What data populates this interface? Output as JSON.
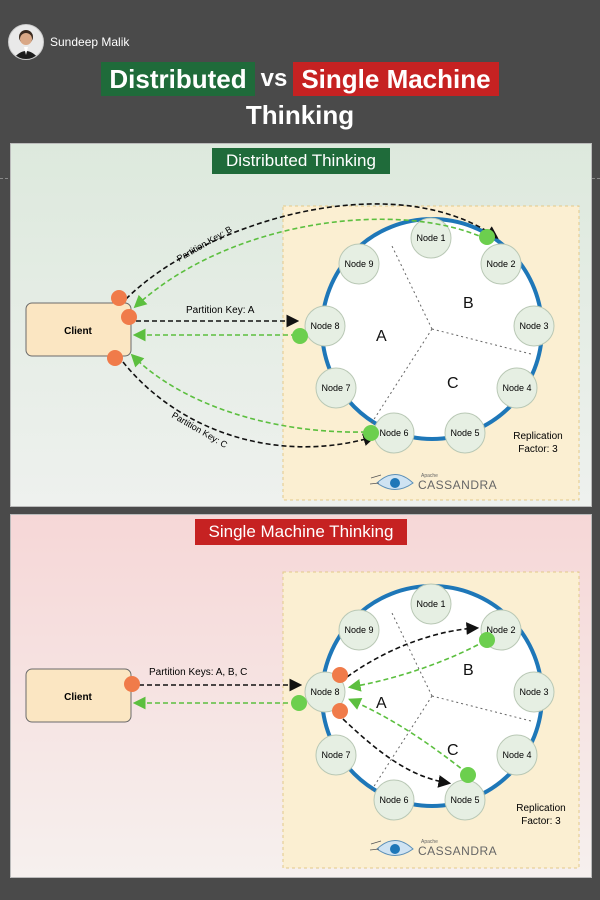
{
  "author": {
    "name": "Sundeep Malik",
    "avatar_icon": "person-avatar-icon"
  },
  "headline": {
    "left": "Distributed",
    "vs": "vs",
    "right": "Single Machine",
    "line2": "Thinking"
  },
  "colors": {
    "green": "#1f6b3a",
    "red": "#c62222",
    "orange_dot": "#f07b4a",
    "green_dot": "#6ccf4e",
    "ring": "#1e77b8",
    "cluster_bg": "#fbefd2"
  },
  "distributed": {
    "title": "Distributed Thinking",
    "client": "Client",
    "nodes": [
      "Node 1",
      "Node 2",
      "Node 3",
      "Node 4",
      "Node 5",
      "Node 6",
      "Node 7",
      "Node 8",
      "Node 9"
    ],
    "zones": [
      "A",
      "B",
      "C"
    ],
    "arrow_labels": [
      "Partition Key: B",
      "Partition Key: A",
      "Partition Key: C"
    ],
    "replication": [
      "Replication",
      "Factor: 3"
    ],
    "logo_small": "Apache",
    "logo": "CASSANDRA"
  },
  "single": {
    "title": "Single Machine Thinking",
    "client": "Client",
    "nodes": [
      "Node 1",
      "Node 2",
      "Node 3",
      "Node 4",
      "Node 5",
      "Node 6",
      "Node 7",
      "Node 8",
      "Node 9"
    ],
    "zones": [
      "A",
      "B",
      "C"
    ],
    "arrow_label": "Partition Keys: A, B, C",
    "replication": [
      "Replication",
      "Factor: 3"
    ],
    "logo_small": "Apache",
    "logo": "CASSANDRA"
  }
}
